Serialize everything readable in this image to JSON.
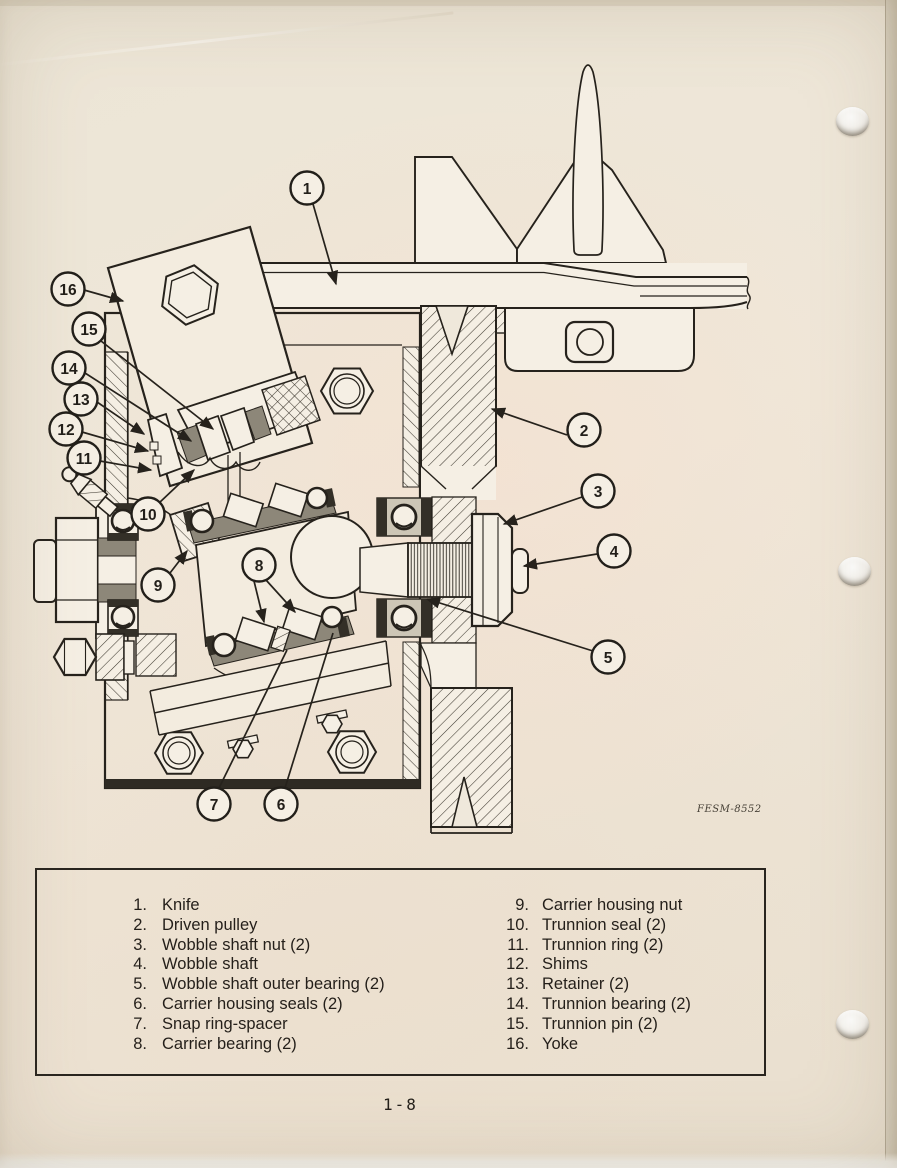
{
  "page": {
    "number": "1-8",
    "figure_code": "FESM-8552"
  },
  "parts_list": {
    "left": [
      {
        "num": "1.",
        "label": "Knife"
      },
      {
        "num": "2.",
        "label": "Driven pulley"
      },
      {
        "num": "3.",
        "label": "Wobble shaft nut (2)"
      },
      {
        "num": "4.",
        "label": "Wobble shaft"
      },
      {
        "num": "5.",
        "label": "Wobble shaft outer bearing (2)"
      },
      {
        "num": "6.",
        "label": "Carrier housing seals (2)"
      },
      {
        "num": "7.",
        "label": "Snap ring-spacer"
      },
      {
        "num": "8.",
        "label": "Carrier bearing (2)"
      }
    ],
    "right": [
      {
        "num": "9.",
        "label": "Carrier housing nut"
      },
      {
        "num": "10.",
        "label": "Trunnion seal (2)"
      },
      {
        "num": "11.",
        "label": "Trunnion ring (2)"
      },
      {
        "num": "12.",
        "label": "Shims"
      },
      {
        "num": "13.",
        "label": "Retainer (2)"
      },
      {
        "num": "14.",
        "label": "Trunnion bearing (2)"
      },
      {
        "num": "15.",
        "label": "Trunnion pin (2)"
      },
      {
        "num": "16.",
        "label": "Yoke"
      }
    ]
  },
  "diagram": {
    "callouts": [
      "1",
      "2",
      "3",
      "4",
      "5",
      "6",
      "7",
      "8",
      "9",
      "10",
      "11",
      "12",
      "13",
      "14",
      "15",
      "16"
    ]
  },
  "colors": {
    "paper": "#ece4d6",
    "ink": "#26221c",
    "seal_gray": "#8d8779",
    "dark_metal": "#332f27"
  }
}
